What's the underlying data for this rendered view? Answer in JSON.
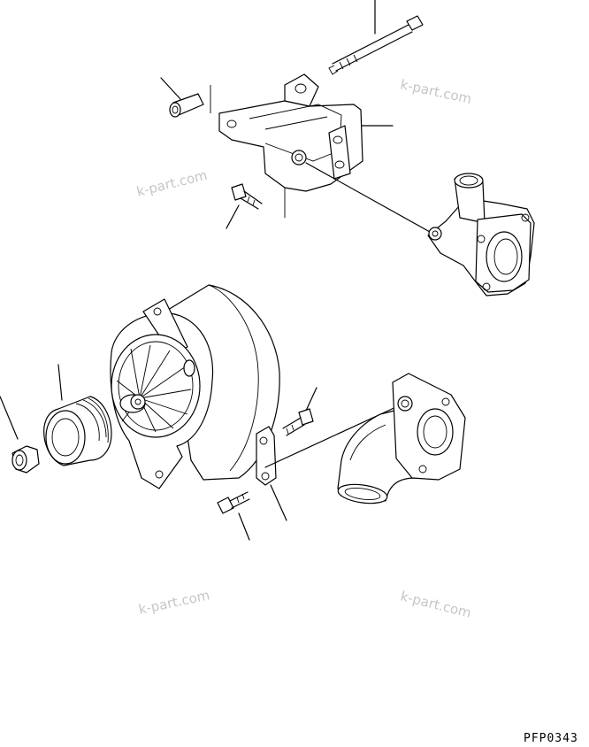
{
  "watermarks": [
    "k-part.com",
    "k-part.com",
    "k-part.com",
    "k-part.com"
  ],
  "drawing_code": "PFP0343"
}
